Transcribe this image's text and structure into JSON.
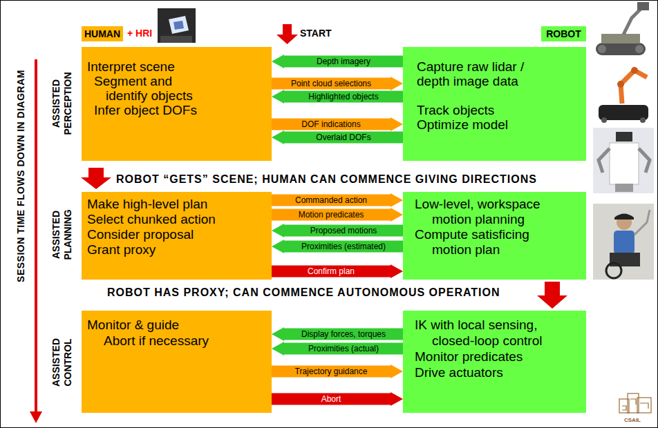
{
  "diagram": {
    "nodes": [
      {
        "text": [
          "HUMAN"
        ]
      },
      {
        "text": [
          "ROBOT"
        ]
      },
      {
        "text": [
          "Interpret scene",
          "Segment and identify objects",
          "Infer object DOFs"
        ]
      },
      {
        "text": [
          "Capture raw lidar / depth image data",
          "Track objects",
          "Optimize model"
        ]
      },
      {
        "text": [
          "Make high-level plan",
          "Select chunked action",
          "Consider proposal",
          "Grant proxy"
        ]
      },
      {
        "text": [
          "Low-level, workspace motion planning",
          "Compute satisficing motion plan"
        ]
      },
      {
        "text": [
          "Monitor & guide",
          "Abort if necessary"
        ]
      },
      {
        "text": [
          "IK with local sensing, closed-loop control",
          "Monitor predicates",
          "Drive actuators"
        ]
      }
    ],
    "edges": [
      {
        "from": 3,
        "to": 2,
        "label": "Depth imagery",
        "arrow": "to"
      },
      {
        "from": 2,
        "to": 3,
        "label": "Point cloud selections",
        "arrow": "to"
      },
      {
        "from": 3,
        "to": 2,
        "label": "Highlighted objects",
        "arrow": "to"
      },
      {
        "from": 2,
        "to": 3,
        "label": "DOF indications",
        "arrow": "to"
      },
      {
        "from": 3,
        "to": 2,
        "label": "Overlaid DOFs",
        "arrow": "to"
      },
      {
        "from": 4,
        "to": 5,
        "label": "Commanded action",
        "arrow": "to"
      },
      {
        "from": 4,
        "to": 5,
        "label": "Motion predicates",
        "arrow": "to"
      },
      {
        "from": 5,
        "to": 4,
        "label": "Proposed motions",
        "arrow": "to"
      },
      {
        "from": 5,
        "to": 4,
        "label": "Proximities (estimated)",
        "arrow": "to"
      },
      {
        "from": 4,
        "to": 5,
        "label": "Confirm plan",
        "arrow": "to"
      },
      {
        "from": 7,
        "to": 6,
        "label": "Display forces, torques",
        "arrow": "to"
      },
      {
        "from": 7,
        "to": 6,
        "label": "Proximities (actual)",
        "arrow": "to"
      },
      {
        "from": 6,
        "to": 7,
        "label": "Trajectory guidance",
        "arrow": "to"
      },
      {
        "from": 6,
        "to": 7,
        "label": "Abort",
        "arrow": "to"
      }
    ],
    "labels": [
      "SESSION TIME FLOWS DOWN IN DIAGRAM",
      "+ HRI",
      "START",
      "ASSISTED PERCEPTION",
      "ROBOT “GETS” SCENE; HUMAN CAN COMMENCE GIVING DIRECTIONS",
      "ASSISTED PLANNING",
      "ROBOT HAS PROXY; CAN COMMENCE AUTONOMOUS OPERATION",
      "ASSISTED CONTROL",
      "CSAIL"
    ]
  }
}
